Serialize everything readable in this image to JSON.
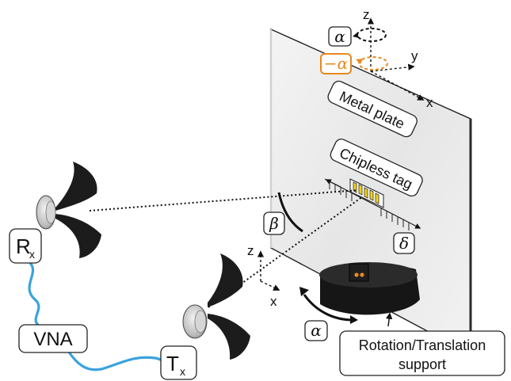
{
  "colors": {
    "plate_fill": "#ececec",
    "cable": "#3aa3dd",
    "accent_orange": "#e8891e",
    "tag_patch": "#f2d21b",
    "antenna": "#1c1c1c",
    "support": "#1a1a1a"
  },
  "labels": {
    "metal_plate": "Metal plate",
    "chipless_tag": "Chipless tag",
    "vna": "VNA",
    "rx_main": "R",
    "rx_sub": "x",
    "tx_main": "T",
    "tx_sub": "x",
    "support_line1": "Rotation/Translation",
    "support_line2": "support"
  },
  "symbols": {
    "alpha_top": "α",
    "minus_alpha": "−α",
    "alpha_bottom": "α",
    "beta": "β",
    "delta": "δ"
  },
  "axes": {
    "plate": {
      "z": "z",
      "y": "y",
      "x": "x"
    },
    "tx": {
      "z": "z",
      "x": "x"
    }
  }
}
